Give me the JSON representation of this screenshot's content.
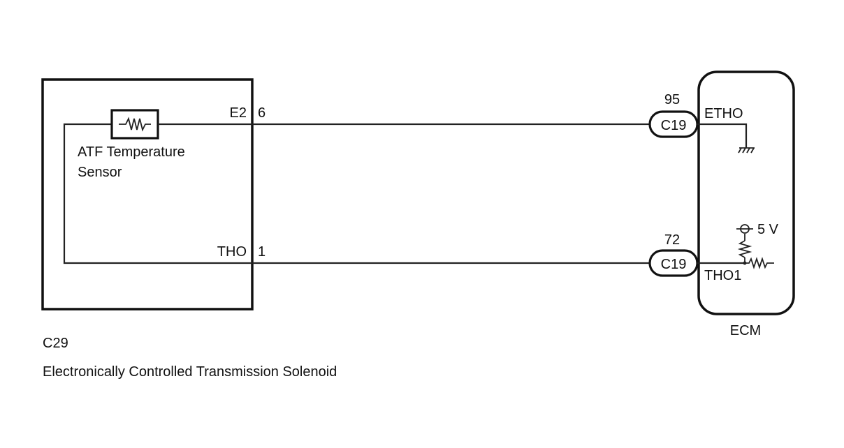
{
  "component": {
    "code": "C29",
    "name": "Electronically Controlled Transmission Solenoid",
    "sensor_label_line1": "ATF Temperature",
    "sensor_label_line2": "Sensor",
    "pins": [
      {
        "terminal": "E2",
        "pin": "6"
      },
      {
        "terminal": "THO",
        "pin": "1"
      }
    ]
  },
  "ecm": {
    "name": "ECM",
    "connectors": [
      {
        "connector": "C19",
        "pin": "95",
        "terminal": "ETHO"
      },
      {
        "connector": "C19",
        "pin": "72",
        "terminal": "THO1"
      }
    ],
    "supply_label": "5 V"
  }
}
